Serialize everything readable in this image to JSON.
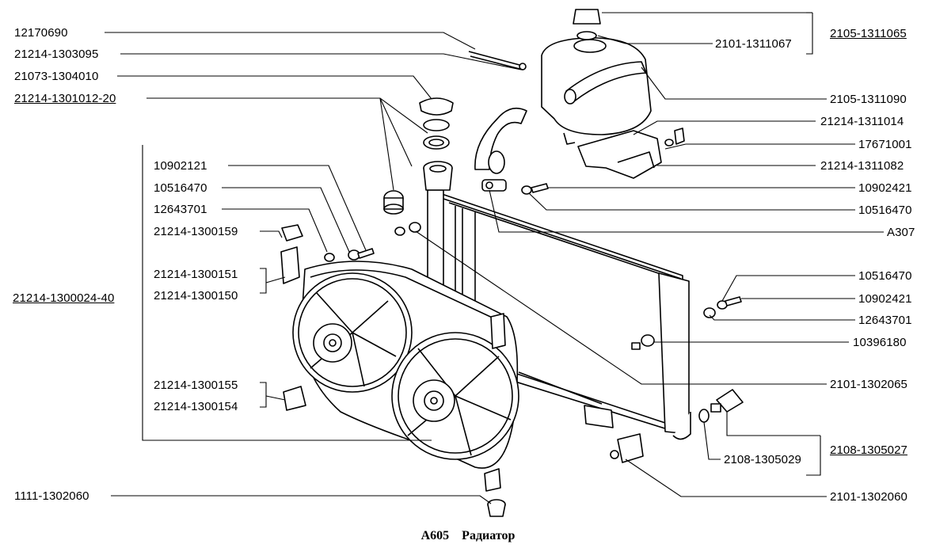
{
  "caption": {
    "code": "А605",
    "title": "Радиатор"
  },
  "labels": {
    "l01": "12170690",
    "l02": "21214-1303095",
    "l03": "21073-1304010",
    "l04": "21214-1301012-20",
    "l05": "10902121",
    "l06": "10516470",
    "l07": "12643701",
    "l08": "21214-1300159",
    "l09": "21214-1300151",
    "l10": "21214-1300150",
    "l11": "21214-1300024-40",
    "l12": "21214-1300155",
    "l13": "21214-1300154",
    "l14": "1111-1302060",
    "r01": "2105-1311065",
    "r02": "2101-1311067",
    "r03": "2105-1311090",
    "r04": "21214-1311014",
    "r05": "17671001",
    "r06": "21214-1311082",
    "r07": "10902421",
    "r08": "10516470",
    "r09": "А307",
    "r10": "10516470",
    "r11": "10902421",
    "r12": "12643701",
    "r13": "10396180",
    "r14": "2101-1302065",
    "r15": "2108-1305027",
    "r16": "2108-1305029",
    "r17": "2101-1302060"
  }
}
